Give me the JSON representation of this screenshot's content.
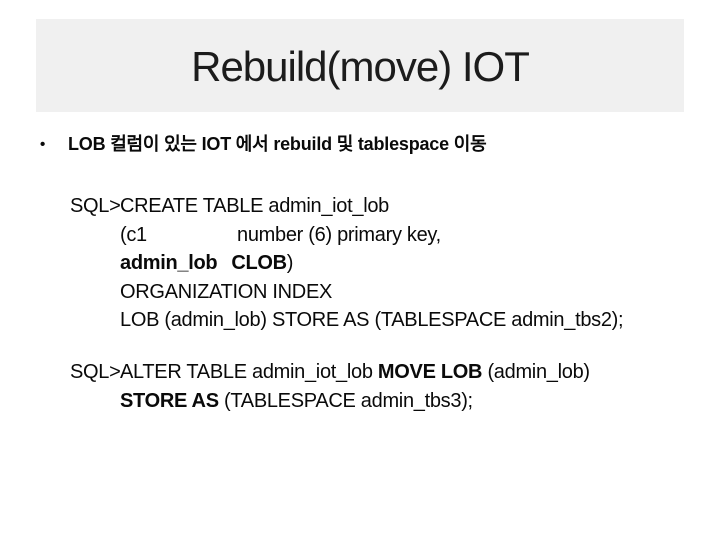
{
  "slide": {
    "title": "Rebuild(move) IOT"
  },
  "bullet": {
    "marker": "•",
    "text": "LOB 컬럼이 있는 IOT 에서 rebuild 및 tablespace 이동"
  },
  "sql": {
    "block1": {
      "prompt": "SQL>",
      "line1": "CREATE TABLE admin_iot_lob",
      "line2_col1": "(c1",
      "line2_col2": "number (6) primary key,",
      "line3_name": "admin_lob",
      "line3_type": "CLOB",
      "line3_close": ")",
      "line4": "ORGANIZATION INDEX",
      "line5": "LOB (admin_lob) STORE AS (TABLESPACE admin_tbs2);"
    },
    "block2": {
      "prompt": "SQL>",
      "line1_a": "ALTER TABLE admin_iot_lob ",
      "line1_b": "MOVE LOB",
      "line1_c": " (admin_lob)",
      "line2_a": "STORE AS",
      "line2_b": " (TABLESPACE admin_tbs3);"
    }
  },
  "colors": {
    "banner_bg": "#f0f0f0",
    "title_text": "#1c1c1c",
    "body_text": "#0a0a0a",
    "page_bg": "#ffffff"
  }
}
